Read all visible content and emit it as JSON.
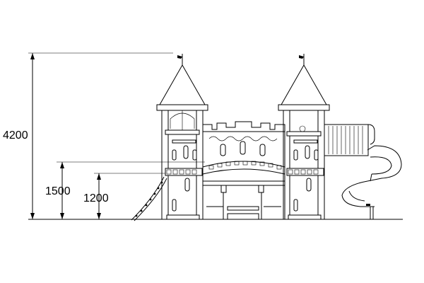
{
  "drawing": {
    "subject": "castle-playground-elevation",
    "dimensions": {
      "overall_height": "4200",
      "platform_height": "1500",
      "deck_height": "1200"
    }
  }
}
